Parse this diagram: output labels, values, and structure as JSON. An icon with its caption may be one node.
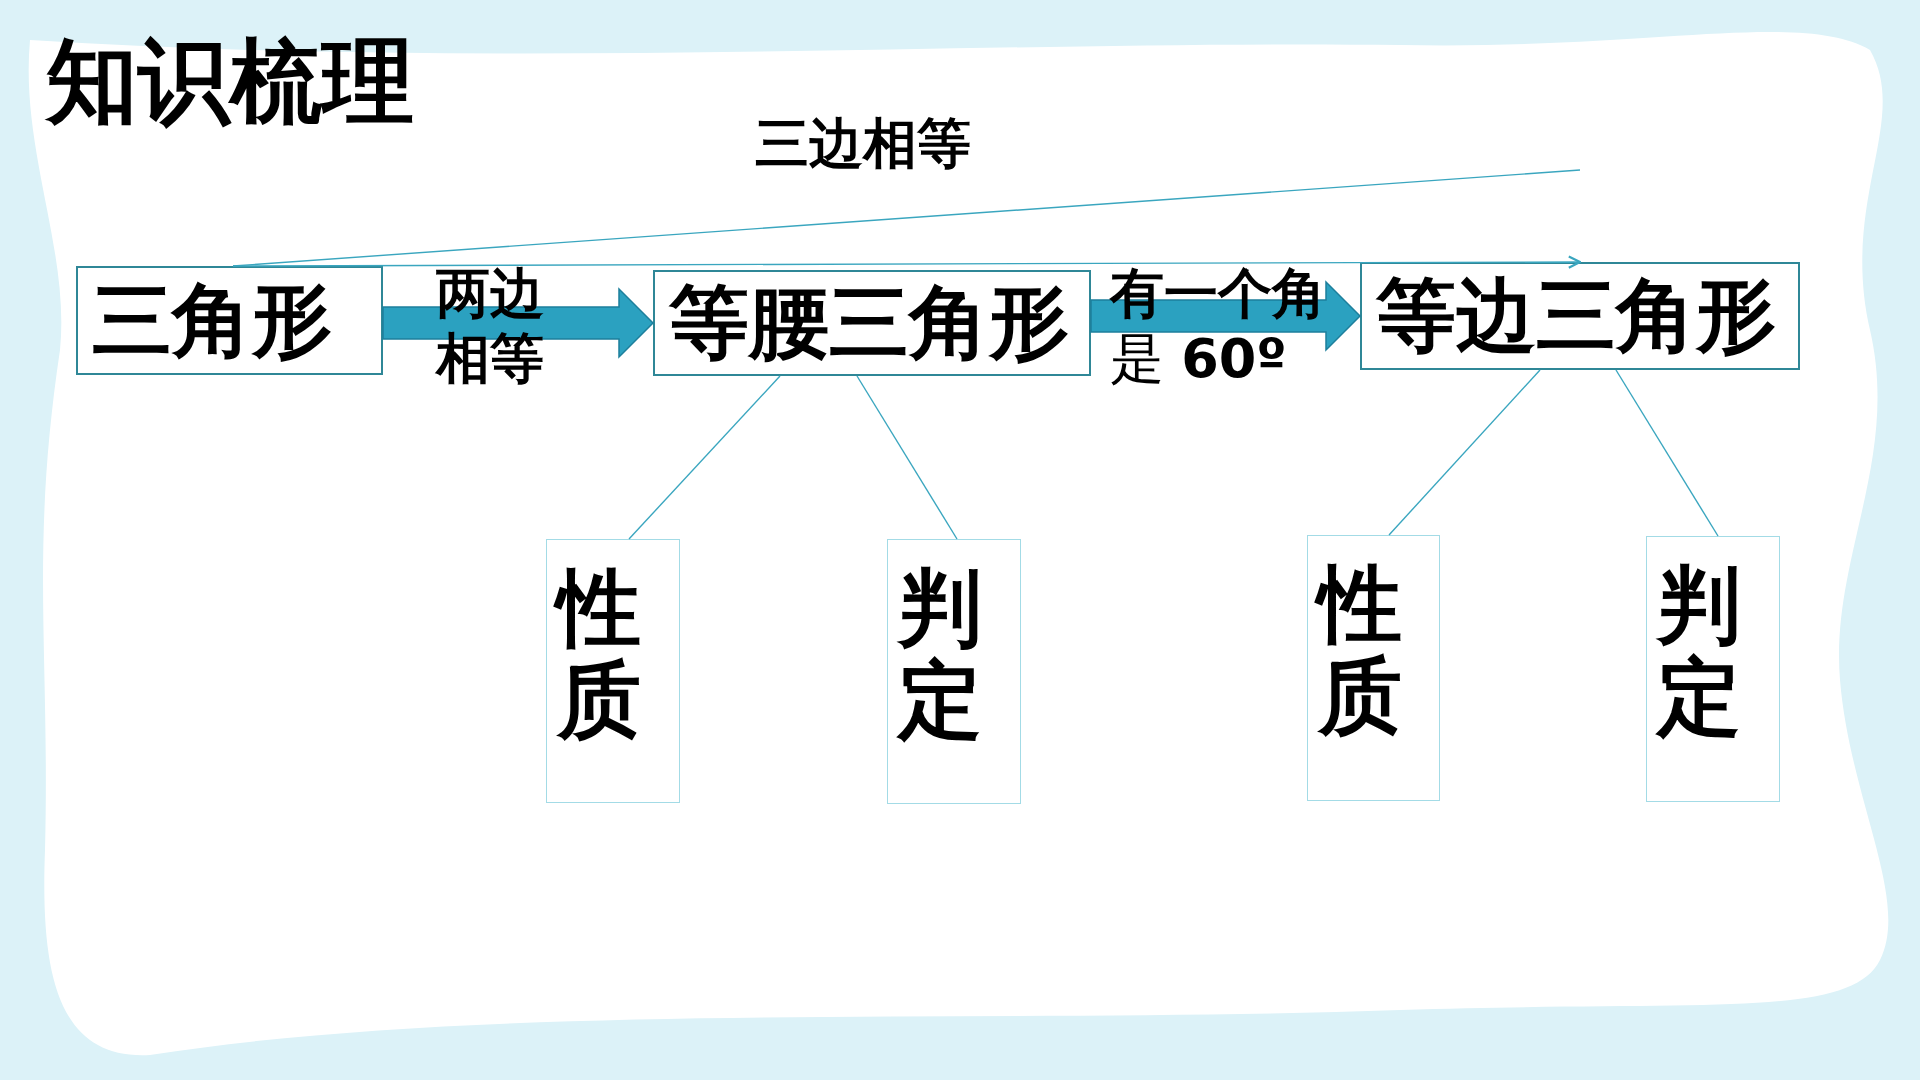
{
  "diagram": {
    "title": "知识梳理",
    "nodes": [
      {
        "text": [
          "三角形"
        ]
      },
      {
        "text": [
          "等腰三角形"
        ]
      },
      {
        "text": [
          "等边三角形"
        ]
      },
      {
        "text": [
          "性质"
        ]
      },
      {
        "text": [
          "判定"
        ]
      },
      {
        "text": [
          "性质"
        ]
      },
      {
        "text": [
          "判定"
        ]
      }
    ],
    "edges": [
      {
        "from": 0,
        "to": 1,
        "arrow": "to",
        "label": "两边相等",
        "style": "thick"
      },
      {
        "from": 1,
        "to": 2,
        "arrow": "to",
        "label": "**有一个角**是 **60º**",
        "style": "thick"
      },
      {
        "from": 0,
        "to": 2,
        "arrow": "to",
        "label": "三边相等"
      },
      {
        "from": 0,
        "to": null,
        "arrow": "none"
      },
      {
        "from": 1,
        "to": 3,
        "arrow": "none"
      },
      {
        "from": 1,
        "to": 4,
        "arrow": "none"
      },
      {
        "from": 2,
        "to": 5,
        "arrow": "none"
      },
      {
        "from": 2,
        "to": 6,
        "arrow": "none"
      }
    ]
  }
}
